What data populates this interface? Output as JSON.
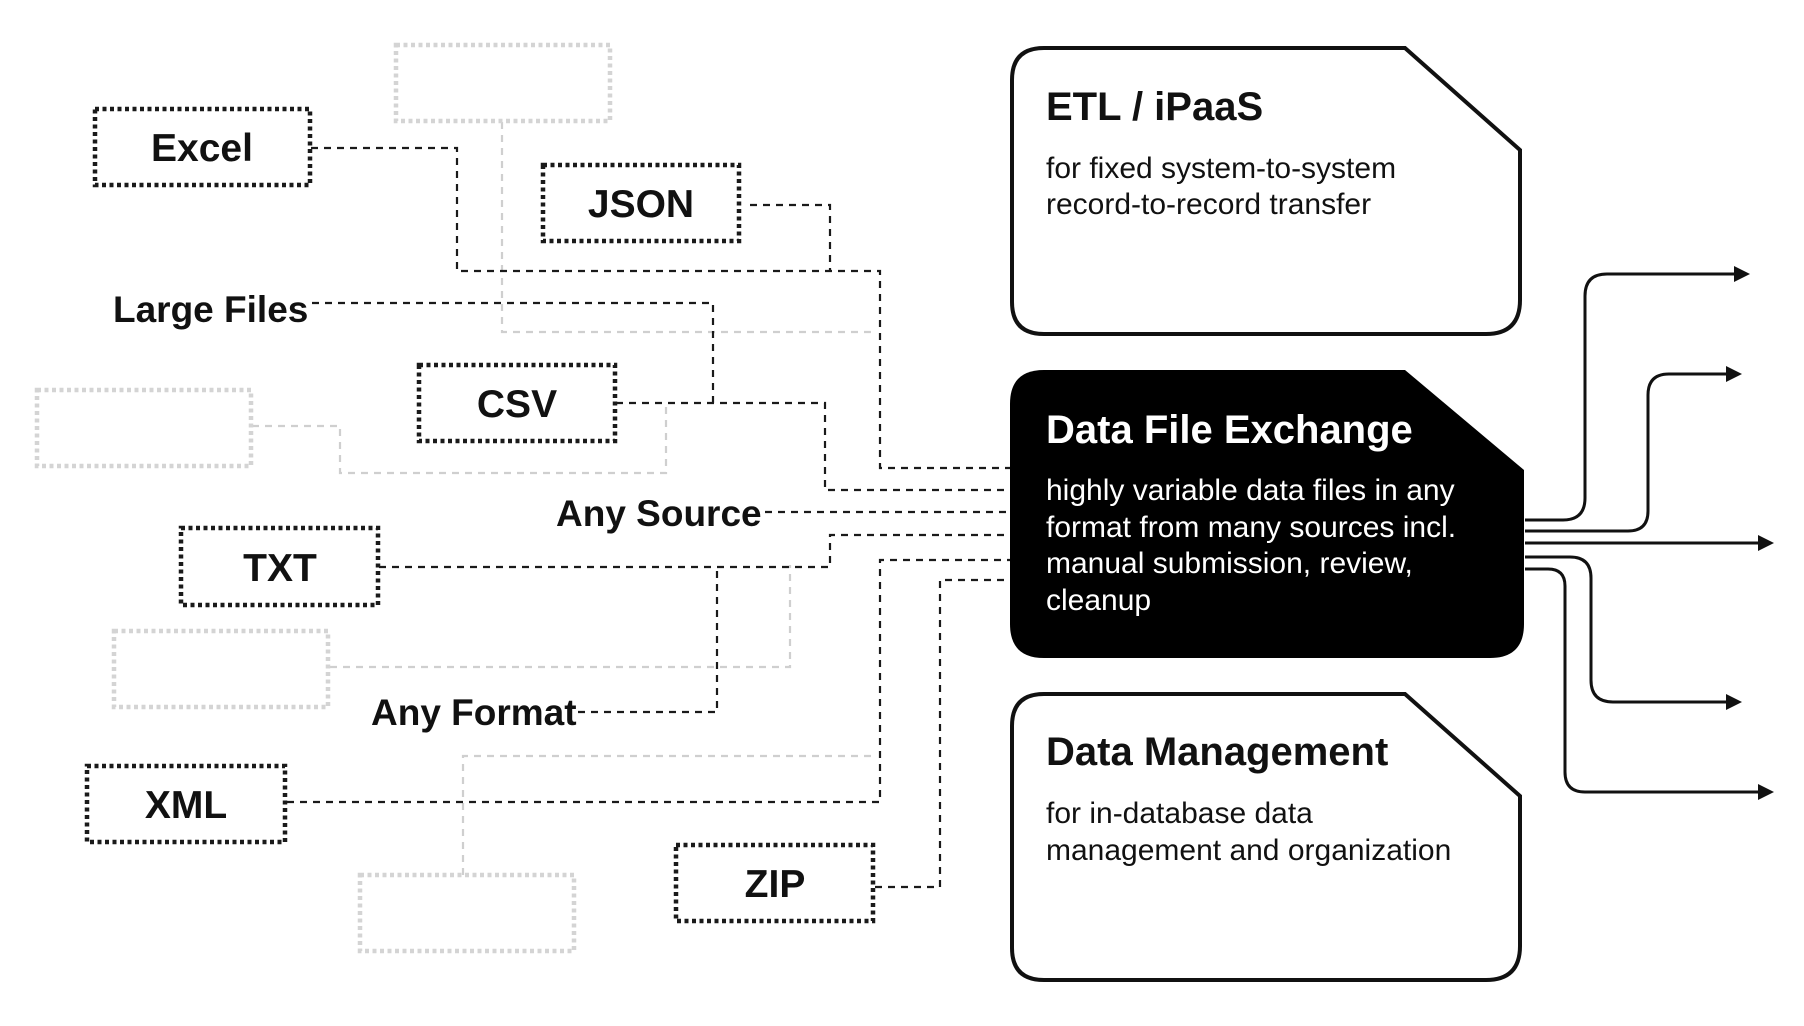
{
  "sources": {
    "excel": "Excel",
    "json": "JSON",
    "csv": "CSV",
    "txt": "TXT",
    "xml": "XML",
    "zip": "ZIP",
    "large_files": "Large Files",
    "any_source": "Any Source",
    "any_format": "Any Format"
  },
  "cards": {
    "etl": {
      "title": "ETL / iPaaS",
      "lines": [
        "for fixed system-to-system",
        "record-to-record transfer"
      ]
    },
    "dfe": {
      "title": "Data File Exchange",
      "lines": [
        "highly variable data files in any",
        "format from many sources incl.",
        "manual submission, review,",
        "cleanup"
      ]
    },
    "dm": {
      "title": "Data Management",
      "lines": [
        "for in-database data",
        "management and organization"
      ]
    }
  },
  "colors": {
    "ink": "#111111",
    "faint": "#d4d4d4",
    "highlight_card": "#000000",
    "background": "#ffffff"
  }
}
